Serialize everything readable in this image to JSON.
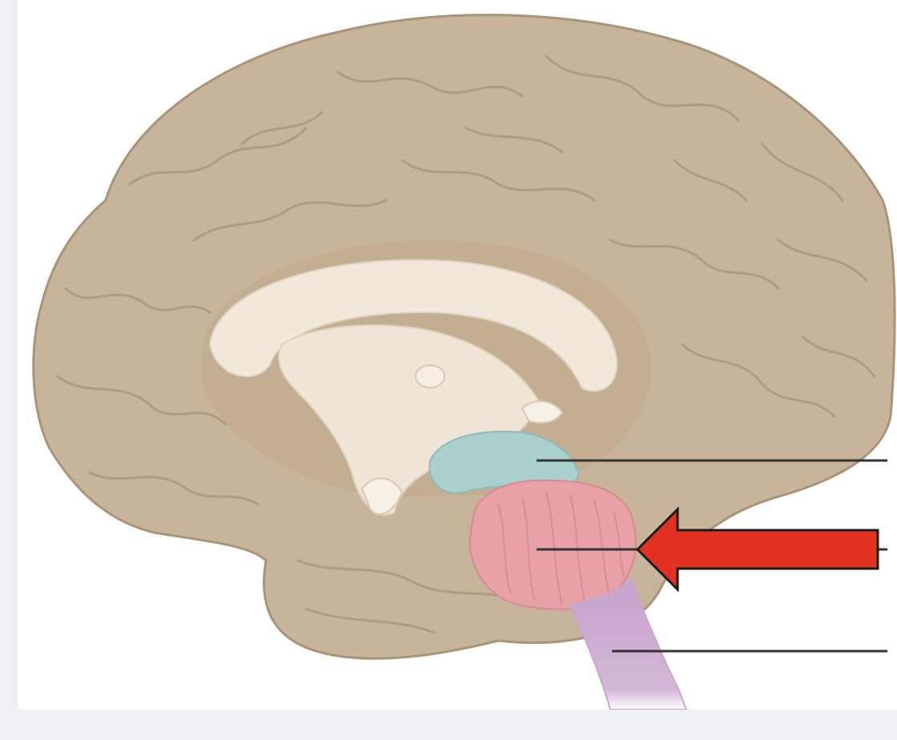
{
  "figure": {
    "structures": [
      "cerebrum",
      "corpus-callosum",
      "midbrain",
      "pons",
      "medulla-oblongata"
    ],
    "leader_lines": [
      {
        "target": "midbrain"
      },
      {
        "target": "pons"
      },
      {
        "target": "medulla-oblongata"
      }
    ],
    "highlight_arrow": {
      "target": "pons"
    }
  },
  "colors": {
    "background": "#ffffff",
    "side_strip": "#eef0f4",
    "cerebrum": "#c8b49a",
    "cerebrum_outline": "#a89578",
    "corpus_callosum": "#f1e7da",
    "midbrain": "#a9d0cd",
    "pons": "#e7a1a7",
    "medulla": "#c5a3cc",
    "leader_line": "#333333",
    "arrow_fill": "#e33222",
    "arrow_stroke": "#1a1a1a"
  }
}
